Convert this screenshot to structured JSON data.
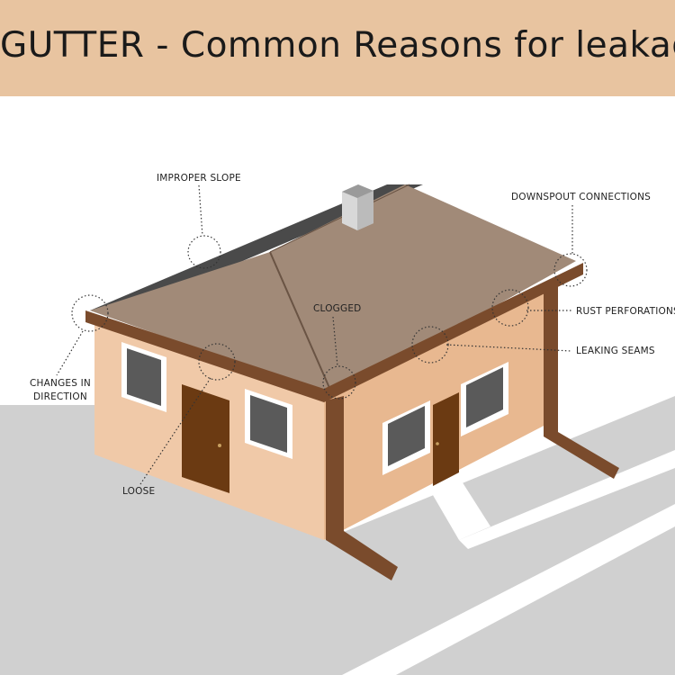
{
  "title": "GUTTER - Common Reasons for leakage",
  "labels": {
    "improper_slope": "IMPROPER SLOPE",
    "downspout_connections": "DOWNSPOUT CONNECTIONS",
    "clogged": "CLOGGED",
    "rust_perforations": "RUST PERFORATIONS",
    "leaking_seams": "LEAKING SEAMS",
    "changes_in_direction_line1": "CHANGES IN",
    "changes_in_direction_line2": "DIRECTION",
    "loose": "LOOSE"
  },
  "colors": {
    "header": "#e8c4a0",
    "roof": "#a18a78",
    "roof_shadow": "#4a4a4a",
    "wall_left": "#f0c9a8",
    "wall_right": "#e8b890",
    "gutter": "#7a4b2c",
    "door": "#6b3a12",
    "ground": "#d0d0d0",
    "walkway": "#ffffff"
  }
}
